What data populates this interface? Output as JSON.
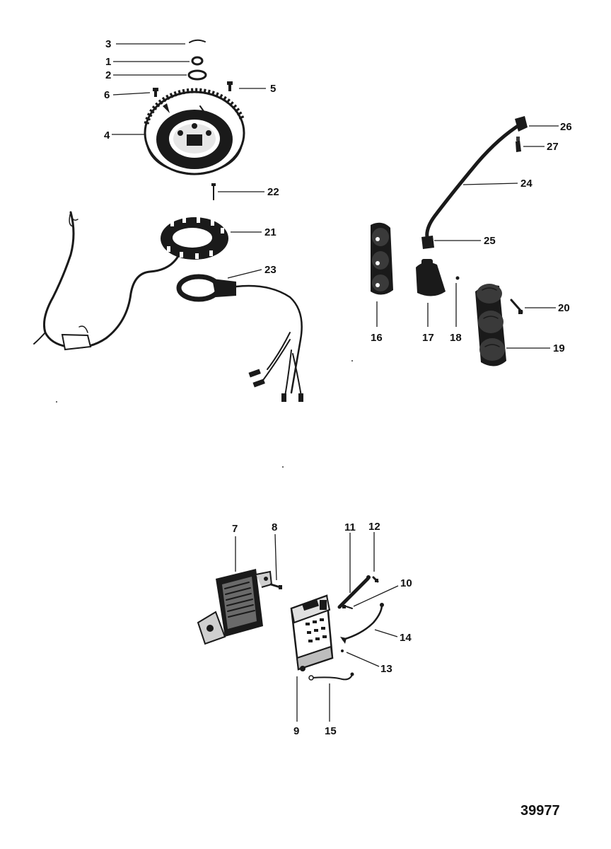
{
  "figure_number": "39977",
  "callouts": {
    "c1": "1",
    "c2": "2",
    "c3": "3",
    "c4": "4",
    "c5": "5",
    "c6": "6",
    "c7": "7",
    "c8": "8",
    "c9": "9",
    "c10": "10",
    "c11": "11",
    "c12": "12",
    "c13": "13",
    "c14": "14",
    "c15": "15",
    "c16": "16",
    "c17": "17",
    "c18": "18",
    "c19": "19",
    "c20": "20",
    "c21": "21",
    "c22": "22",
    "c23": "23",
    "c24": "24",
    "c25": "25",
    "c26": "26",
    "c27": "27"
  }
}
